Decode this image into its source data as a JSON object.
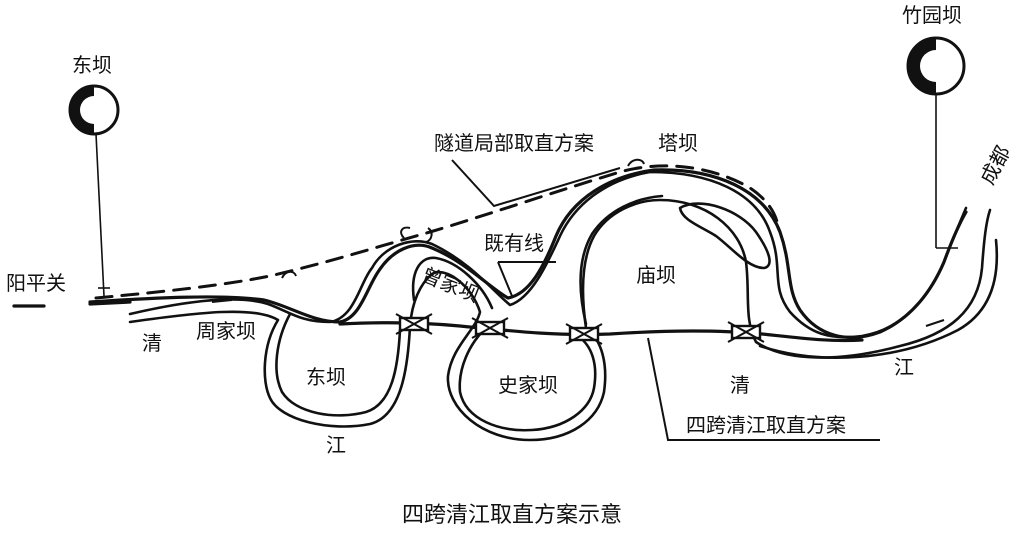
{
  "caption": "四跨清江取直方案示意",
  "labels": {
    "dongba_station": "东坝",
    "zhuyuanba_station": "竹园坝",
    "tunnel_plan": "隧道局部取直方案",
    "taba": "塔坝",
    "chengdu": "成都",
    "existing_line": "既有线",
    "yangpingguan": "阳平关",
    "zengjiaba": "曾家坝",
    "miaoba": "庙坝",
    "qing_left": "清",
    "zhoujiaba": "周家坝",
    "dongba_area": "东坝",
    "shijiaba": "史家坝",
    "qing_right": "清",
    "jiang_right": "江",
    "jiang_bottom": "江",
    "four_cross_plan": "四跨清江取直方案"
  },
  "markers": {
    "tunnel_marker_1": "(—)",
    "tunnel_marker_2": "(—)"
  }
}
